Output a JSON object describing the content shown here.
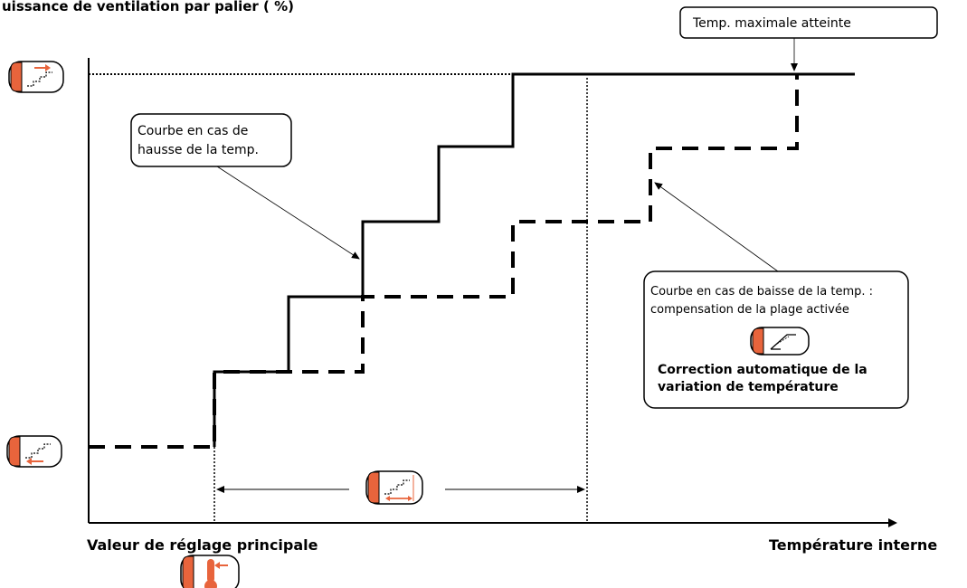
{
  "diagram": {
    "y_axis_title": "uissance de ventilation par palier ( %)",
    "x_axis_label_right": "Température interne",
    "x_axis_label_left": "Valeur de réglage principale",
    "callout_rise": [
      "Courbe en cas de",
      "hausse de la temp."
    ],
    "callout_max": "Temp. maximale atteinte",
    "callout_fall_line1": "Courbe en cas de baisse de la temp. :",
    "callout_fall_line2": "compensation de la plage activée",
    "callout_fall_bold1": "Correction automatique de la",
    "callout_fall_bold2": "variation de température"
  },
  "icons": {
    "max_power": "stairs-up-arrow-icon",
    "min_power": "stairs-down-arrow-icon",
    "range": "stairs-range-icon",
    "compensation": "ramp-compensation-icon",
    "setpoint": "thermometer-icon"
  },
  "colors": {
    "accent": "#e8643c",
    "line": "#000000"
  }
}
